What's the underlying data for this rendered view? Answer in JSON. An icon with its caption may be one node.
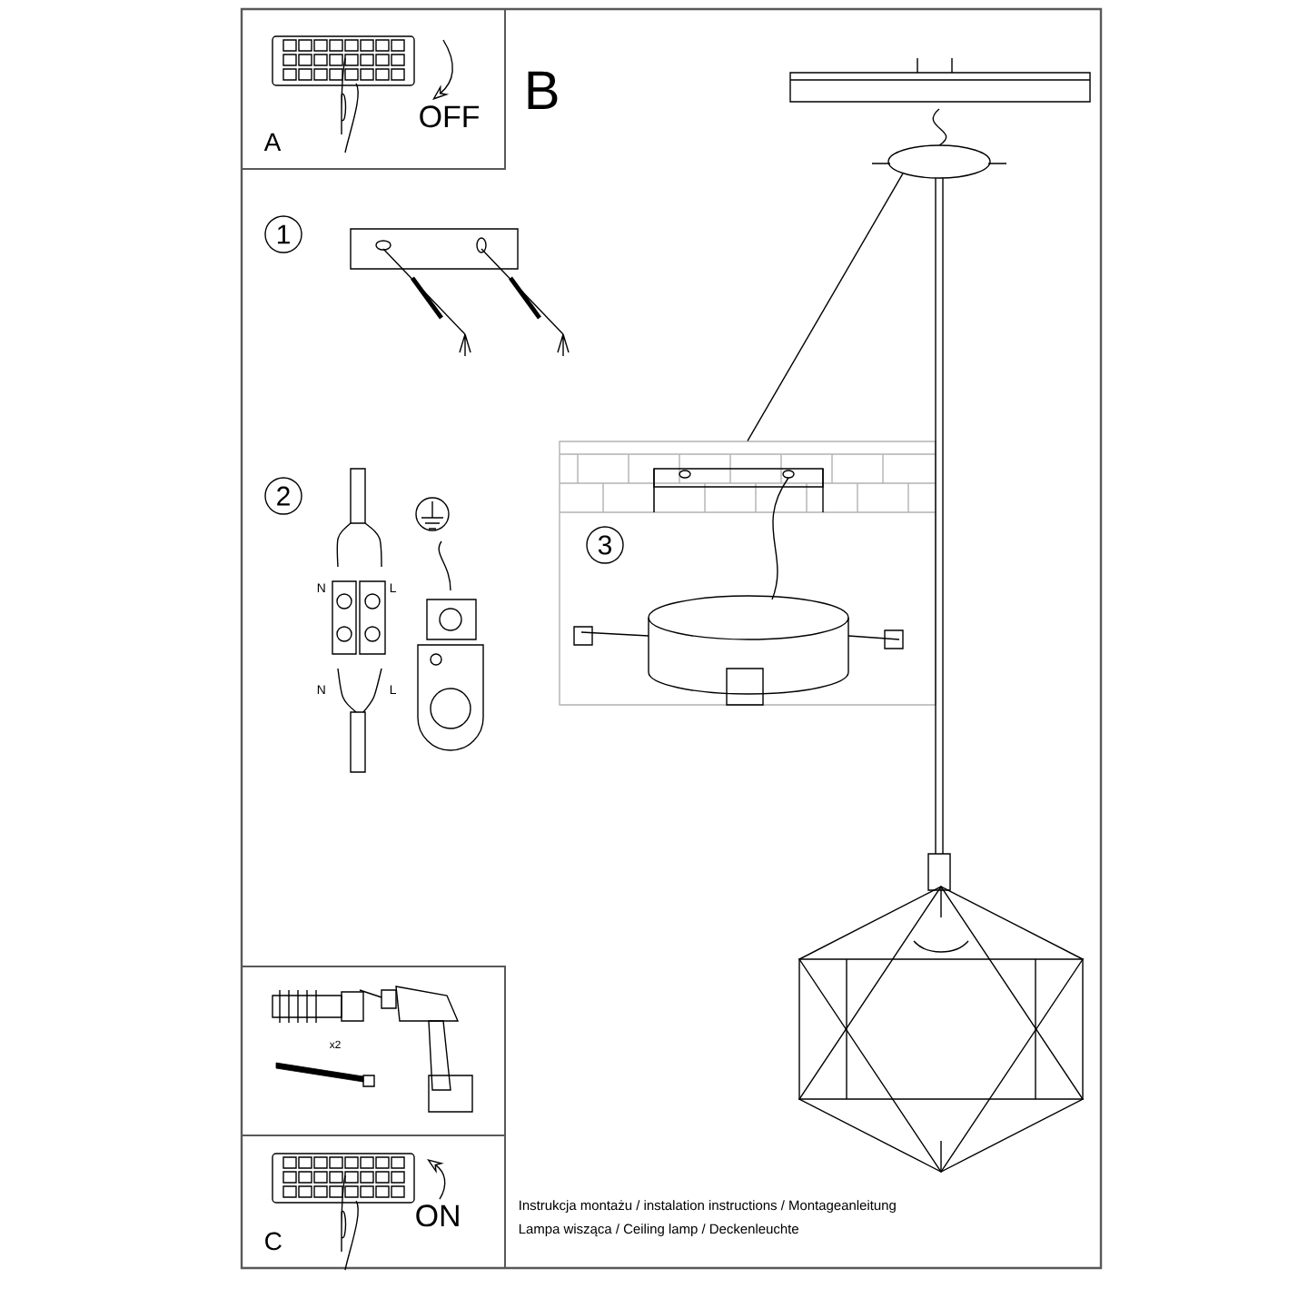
{
  "diagram": {
    "nodes": [
      {
        "text": [
          "A",
          "OFF"
        ]
      },
      {
        "text": [
          "x2"
        ]
      },
      {
        "text": [
          "C",
          "ON"
        ]
      },
      {
        "text": [
          "1"
        ]
      },
      {
        "text": [
          "2"
        ]
      },
      {
        "text": [],
        "shape": "box"
      },
      {
        "text": [
          "3"
        ],
        "in": 5
      },
      {
        "text": [],
        "shape": "cylinder"
      }
    ],
    "edges": [
      {
        "from": 5,
        "to": 7,
        "arrow": "none"
      }
    ],
    "labels": [
      "B",
      "N",
      "L",
      "N",
      "L",
      "Instrukcja montażu / instalation instructions / Montageanleitung",
      "Lampa wisząca / Ceiling lamp  / Deckenleuchte"
    ]
  }
}
